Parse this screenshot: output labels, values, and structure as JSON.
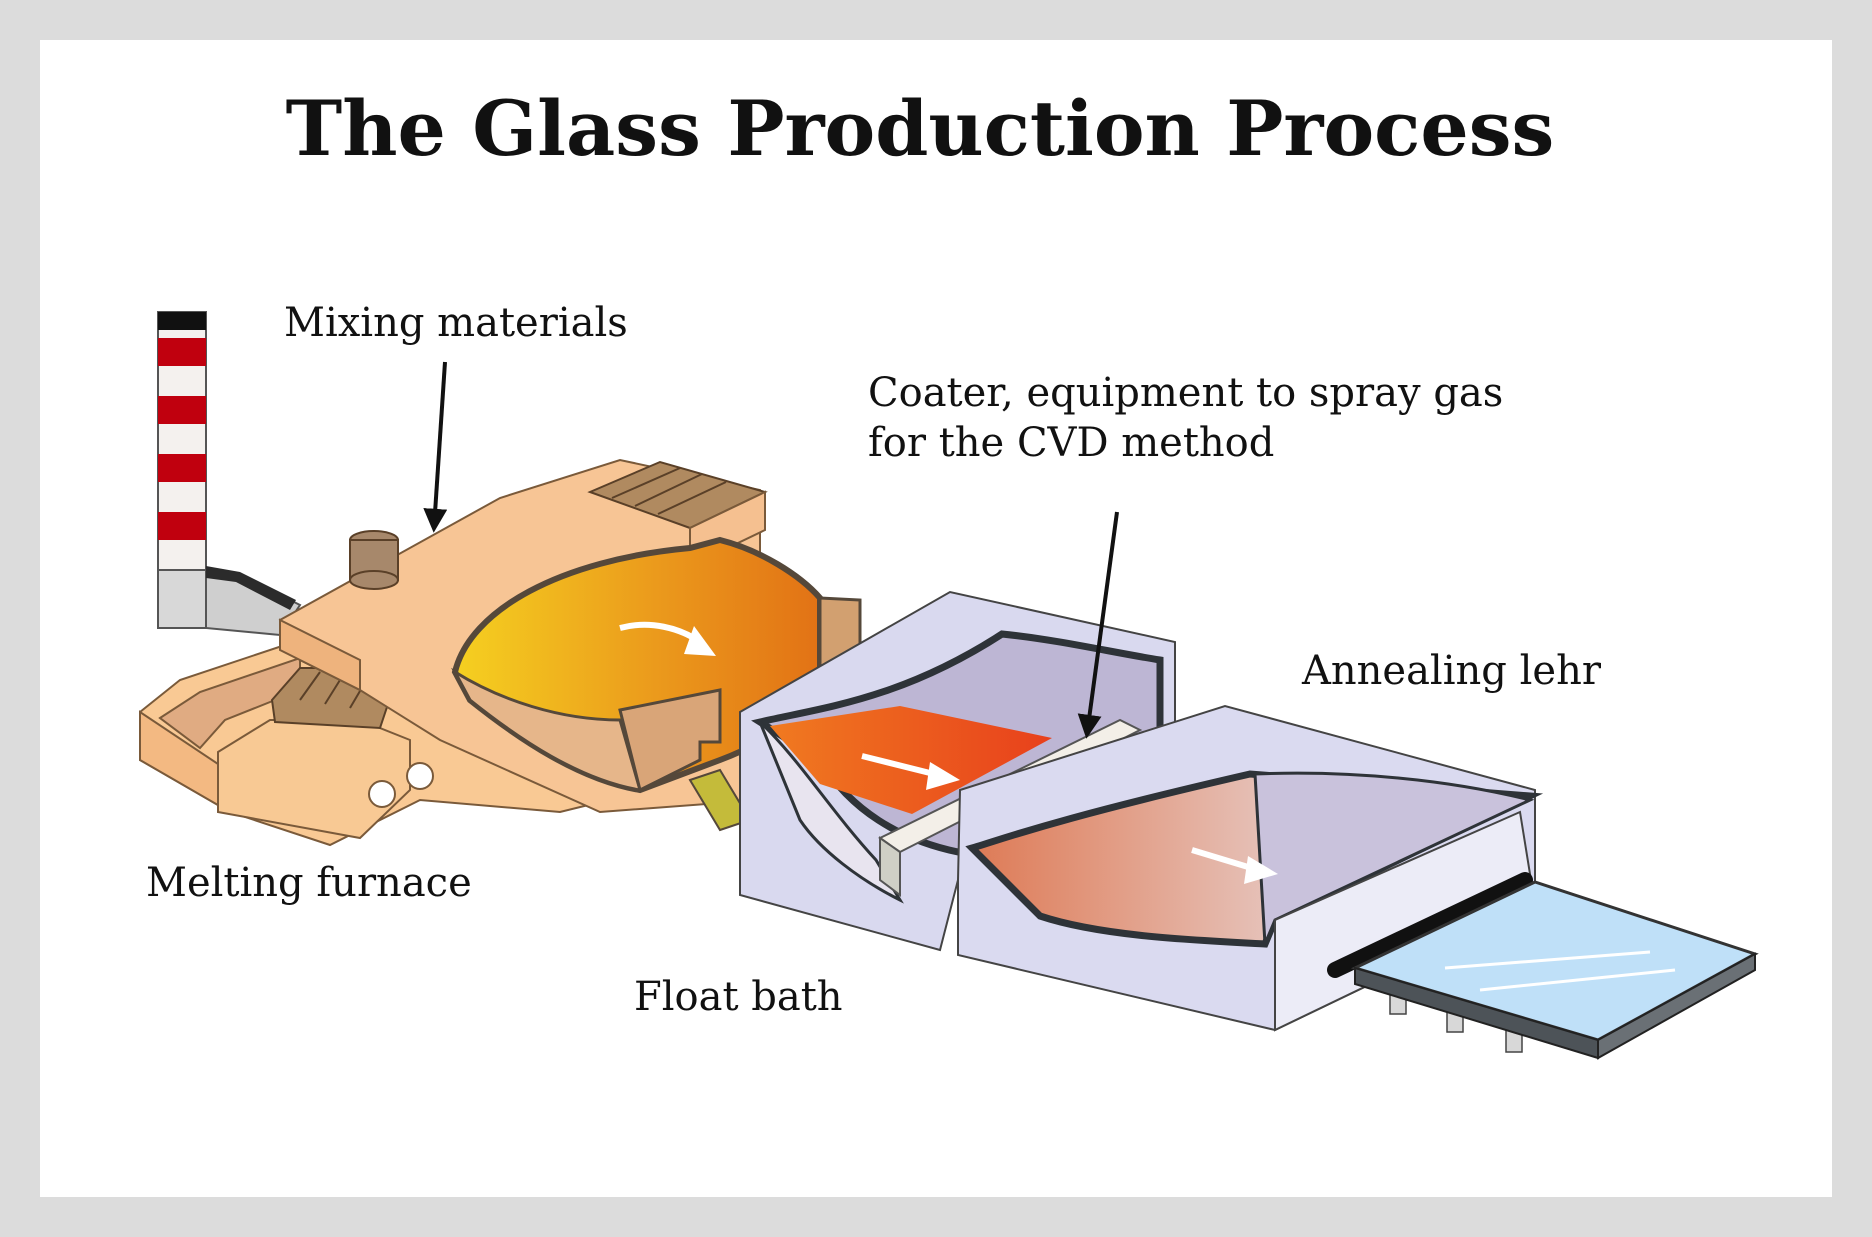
{
  "title": "The Glass Production Process",
  "labels": {
    "mixing": "Mixing materials",
    "coater_line1": "Coater, equipment to spray gas",
    "coater_line2": "for the CVD method",
    "annealing": "Annealing lehr",
    "melting": "Melting furnace",
    "float": "Float bath"
  },
  "colors": {
    "frame_border": "#dcdcdc",
    "furnace_body": "#f7c595",
    "furnace_roof": "#b09065",
    "molten_hot": "#f5d020",
    "molten_orange": "#e8801c",
    "float_glass": "#e94e1b",
    "lehr_body": "#d8d8ee",
    "glass_sheet": "#bfe0f8",
    "chimney_red": "#c0000e"
  },
  "icons": [
    "chimney-icon",
    "process-arrow-icon"
  ]
}
